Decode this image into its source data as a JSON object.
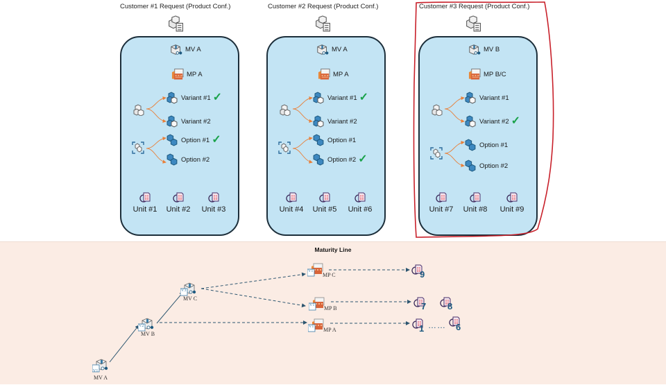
{
  "customers": [
    {
      "title": "Customer #1 Request (Product Conf.)",
      "mv": "MV A",
      "mp": "MP A",
      "variants": [
        {
          "label": "Variant #1",
          "selected": true
        },
        {
          "label": "Variant #2",
          "selected": false
        }
      ],
      "options": [
        {
          "label": "Option #1",
          "selected": true
        },
        {
          "label": "Option #2",
          "selected": false
        }
      ],
      "units": [
        "Unit #1",
        "Unit #2",
        "Unit #3"
      ],
      "highlighted": false
    },
    {
      "title": "Customer #2 Request (Product Conf.)",
      "mv": "MV A",
      "mp": "MP A",
      "variants": [
        {
          "label": "Variant #1",
          "selected": true
        },
        {
          "label": "Variant #2",
          "selected": false
        }
      ],
      "options": [
        {
          "label": "Option #1",
          "selected": false
        },
        {
          "label": "Option #2",
          "selected": true
        }
      ],
      "units": [
        "Unit #4",
        "Unit #5",
        "Unit #6"
      ],
      "highlighted": false
    },
    {
      "title": "Customer #3 Request (Product Conf.)",
      "mv": "MV B",
      "mp": "MP B/C",
      "variants": [
        {
          "label": "Variant #1",
          "selected": false
        },
        {
          "label": "Variant #2",
          "selected": true
        }
      ],
      "options": [
        {
          "label": "Option #1",
          "selected": false
        },
        {
          "label": "Option #2",
          "selected": false
        }
      ],
      "units": [
        "Unit #7",
        "Unit #8",
        "Unit #9"
      ],
      "highlighted": true
    }
  ],
  "check_glyph": "✓",
  "maturity": {
    "title": "Maturity Line",
    "mv_nodes": [
      {
        "version": "V1",
        "label": "MV A"
      },
      {
        "version": "V2",
        "label": "MV B"
      },
      {
        "version": "V3",
        "label": "MV C"
      }
    ],
    "mp_nodes": [
      {
        "version": "V1",
        "label": "MP C"
      },
      {
        "version": "V1",
        "label": "MP B"
      },
      {
        "version": "V1",
        "label": "MP A"
      }
    ],
    "units": [
      "9",
      "7",
      "8",
      "1",
      "6"
    ],
    "ellipsis": "……"
  },
  "colors": {
    "card_fill": "#c3e4f4",
    "highlight": "#c8202a",
    "arrow_orange": "#e8803a",
    "link_blue": "#2d5670",
    "check_green": "#1aa24a",
    "maturity_bg": "#fbece4"
  }
}
